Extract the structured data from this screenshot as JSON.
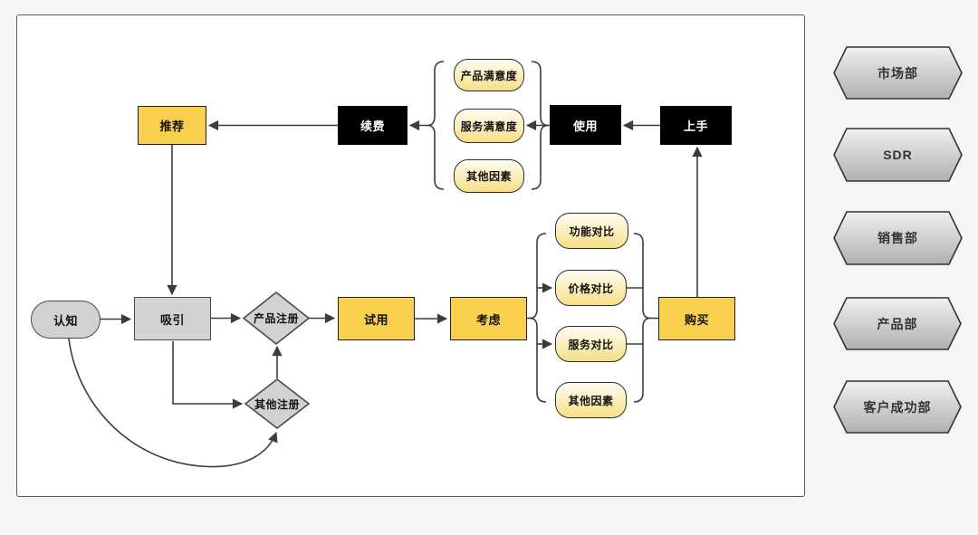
{
  "diagram_title": "customer-journey-flowchart",
  "flow": {
    "refer": "推荐",
    "renew": "续费",
    "use": "使用",
    "onboard": "上手",
    "aware": "认知",
    "attract": "吸引",
    "product_reg": "产品注册",
    "other_reg": "其他注册",
    "trial": "试用",
    "consider": "考虑",
    "buy": "购买"
  },
  "renewal_factors": {
    "items": [
      {
        "label": "产品满意度"
      },
      {
        "label": "服务满意度"
      },
      {
        "label": "其他因素"
      }
    ]
  },
  "consider_factors": {
    "items": [
      {
        "label": "功能对比"
      },
      {
        "label": "价格对比"
      },
      {
        "label": "服务对比"
      },
      {
        "label": "其他因素"
      }
    ]
  },
  "departments": {
    "items": [
      {
        "label": "市场部"
      },
      {
        "label": "SDR"
      },
      {
        "label": "销售部"
      },
      {
        "label": "产品部"
      },
      {
        "label": "客户成功部"
      }
    ]
  },
  "colors": {
    "stage_yellow": "#F9D04E",
    "stage_black": "#000000",
    "stage_gray": "#D2D2D2",
    "pill_gradient_top": "#FFFDF2",
    "pill_gradient_bottom": "#F6DF85",
    "hexagon_gradient_top": "#F0F0F0",
    "hexagon_gradient_bottom": "#B0B0B0",
    "connector": "#3c3c3c",
    "page_background": "#F5F5F5"
  }
}
